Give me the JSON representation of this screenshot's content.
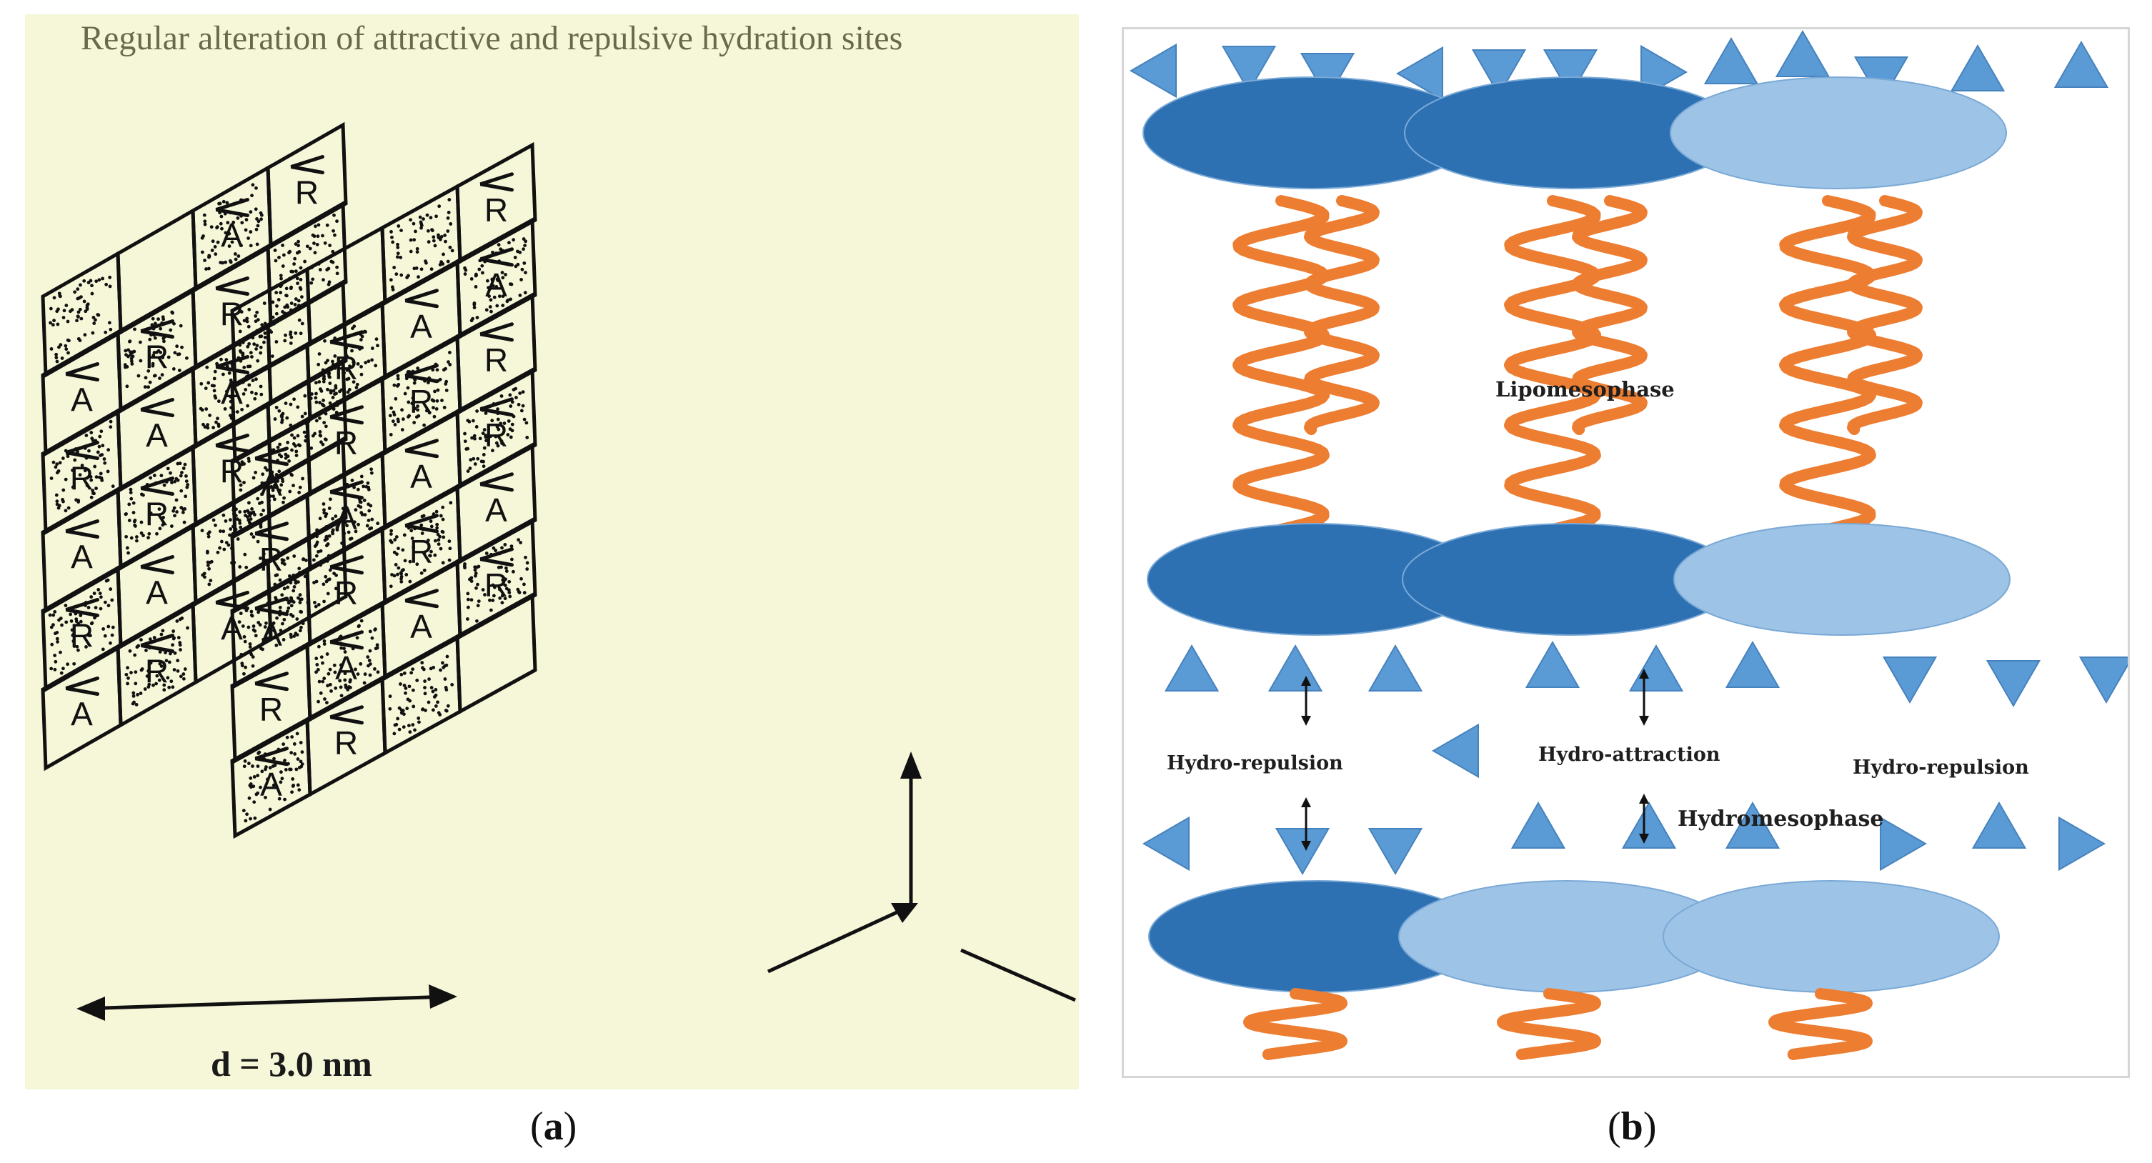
{
  "panel_a": {
    "title": "Regular alteration of attractive and repulsive hydration sites",
    "distance_label": "d = 3.0 nm",
    "caption_letter": "a",
    "back_grid": [
      [
        "",
        "",
        "A",
        "R"
      ],
      [
        "A",
        "R",
        "R",
        ""
      ],
      [
        "R",
        "A",
        "A",
        ""
      ],
      [
        "A",
        "R",
        "R",
        ""
      ],
      [
        "R",
        "A",
        "",
        ""
      ],
      [
        "A",
        "R",
        "A",
        ""
      ]
    ],
    "front_grid": [
      [
        "",
        "",
        "",
        "R"
      ],
      [
        "",
        "R",
        "A",
        "A"
      ],
      [
        "A",
        "R",
        "R",
        "R"
      ],
      [
        "R",
        "A",
        "A",
        "R"
      ],
      [
        "A",
        "R",
        "R",
        "A"
      ],
      [
        "R",
        "A",
        "A",
        "R"
      ],
      [
        "A",
        "R",
        "",
        ""
      ]
    ]
  },
  "panel_b": {
    "caption_letter": "b",
    "label_lipomesophase": "Lipomesophase",
    "label_hydro_repulsion_left": "Hydro-repulsion",
    "label_hydro_attraction": "Hydro-attraction",
    "label_hydro_repulsion_right": "Hydro-repulsion",
    "label_hydromesophase": "Hydromesophase"
  },
  "colors": {
    "head_dark": "#2e71b3",
    "head_light": "#9dc3e6",
    "triangle": "#5b9bd5",
    "tail": "#ed7d31",
    "paper": "#f6f7d9",
    "ink": "#111111"
  },
  "icons": [
    "attraction-arrow-icon",
    "repulsion-arrow-icon",
    "double-arrow-icon"
  ]
}
